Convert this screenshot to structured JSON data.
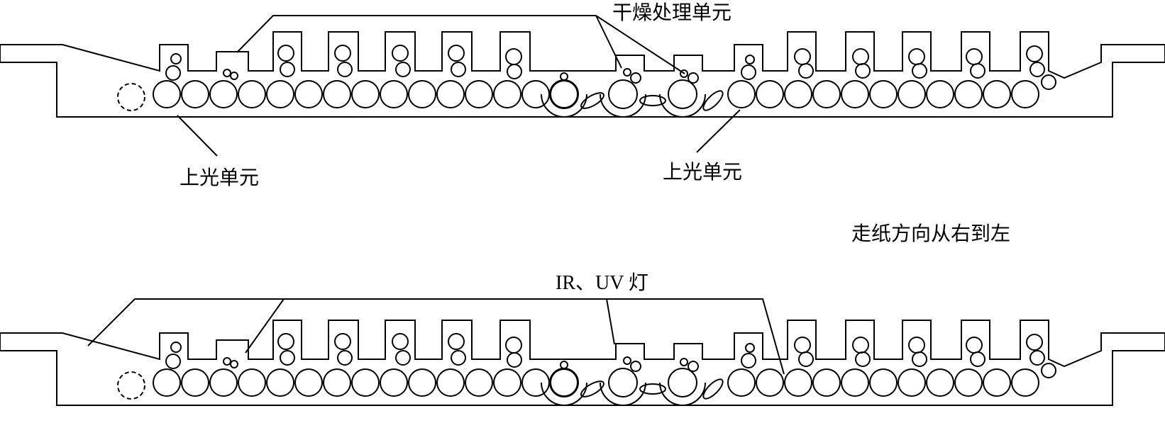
{
  "labels": {
    "drying_unit": "干燥处理单元",
    "coating_unit_left": "上光单元",
    "coating_unit_right": "上光单元",
    "paper_direction": "走纸方向从右到左",
    "lamps": "IR、UV 灯"
  },
  "colors": {
    "line": "#000000",
    "background": "#ffffff"
  }
}
